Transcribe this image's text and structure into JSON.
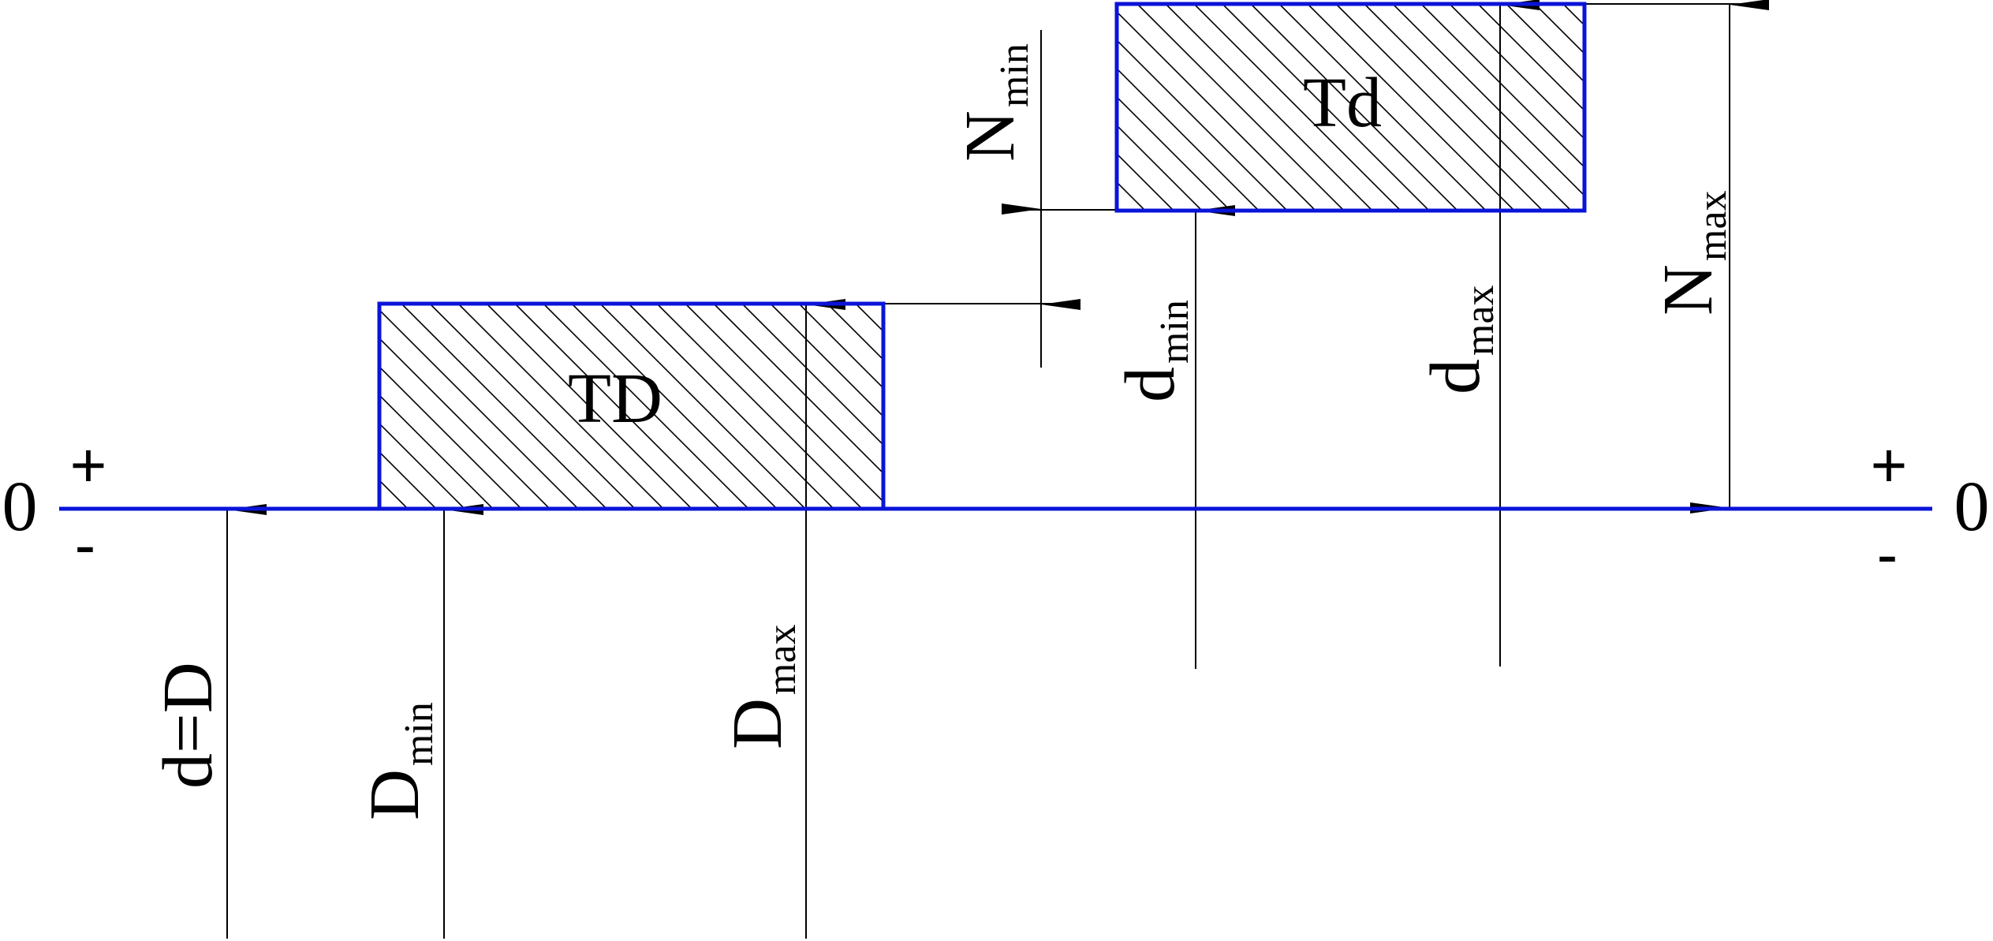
{
  "colors": {
    "zero_line": "#0A14D8",
    "zone_outline": "#0A14D8",
    "hatch": "#000000",
    "dimension": "#000000",
    "background": "#ffffff"
  },
  "zero_line": {
    "left_label": "0",
    "right_label": "0",
    "left_plus": "+",
    "left_minus": "-",
    "right_plus": "+",
    "right_minus": "-"
  },
  "zones": {
    "hole": {
      "label": "TD"
    },
    "shaft": {
      "label": "Td"
    }
  },
  "dimensions": {
    "nominal": {
      "text": "d=D"
    },
    "d_min_hole": {
      "main": "D",
      "sub": "min"
    },
    "d_max_hole": {
      "main": "D",
      "sub": "max"
    },
    "d_min_shaft": {
      "main": "d",
      "sub": "min"
    },
    "d_max_shaft": {
      "main": "d",
      "sub": "max"
    },
    "n_min": {
      "main": "N",
      "sub": "min"
    },
    "n_max": {
      "main": "N",
      "sub": "max"
    }
  }
}
